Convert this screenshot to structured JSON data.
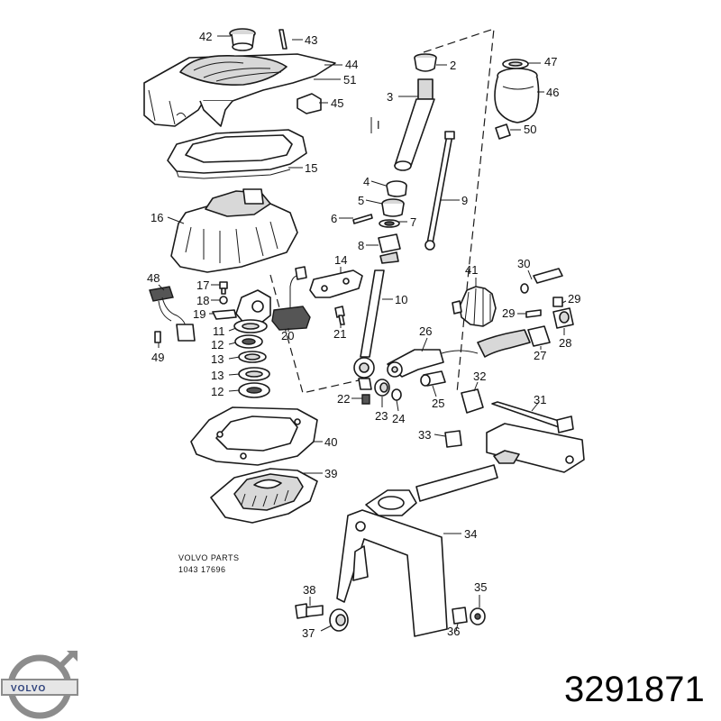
{
  "drawing": {
    "caption_line1": "VOLVO PARTS",
    "caption_line2": "1043 17696",
    "part_number": "3291871",
    "brand_name": "VOLVO",
    "bracket_label": "I"
  },
  "callouts": {
    "c2": "2",
    "c3": "3",
    "c4": "4",
    "c5": "5",
    "c6": "6",
    "c7": "7",
    "c8": "8",
    "c9": "9",
    "c10": "10",
    "c11": "11",
    "c12a": "12",
    "c12b": "12",
    "c13a": "13",
    "c13b": "13",
    "c14": "14",
    "c15": "15",
    "c16": "16",
    "c17": "17",
    "c18": "18",
    "c19": "19",
    "c20": "20",
    "c21": "21",
    "c22": "22",
    "c23": "23",
    "c24": "24",
    "c25": "25",
    "c26": "26",
    "c27": "27",
    "c28": "28",
    "c29a": "29",
    "c29b": "29",
    "c30": "30",
    "c31": "31",
    "c32": "32",
    "c33": "33",
    "c34": "34",
    "c35": "35",
    "c36": "36",
    "c37": "37",
    "c38": "38",
    "c39": "39",
    "c40": "40",
    "c41": "41",
    "c42": "42",
    "c43": "43",
    "c44": "44",
    "c45": "45",
    "c46": "46",
    "c47": "47",
    "c48": "48",
    "c49": "49",
    "c50": "50",
    "c51": "51"
  },
  "colors": {
    "line": "#1a1a1a",
    "logo_blue": "#2b3f7a",
    "logo_ring": "#8c8c8c"
  },
  "icons": {
    "brand_logo": "volvo-iron-mark-icon"
  }
}
